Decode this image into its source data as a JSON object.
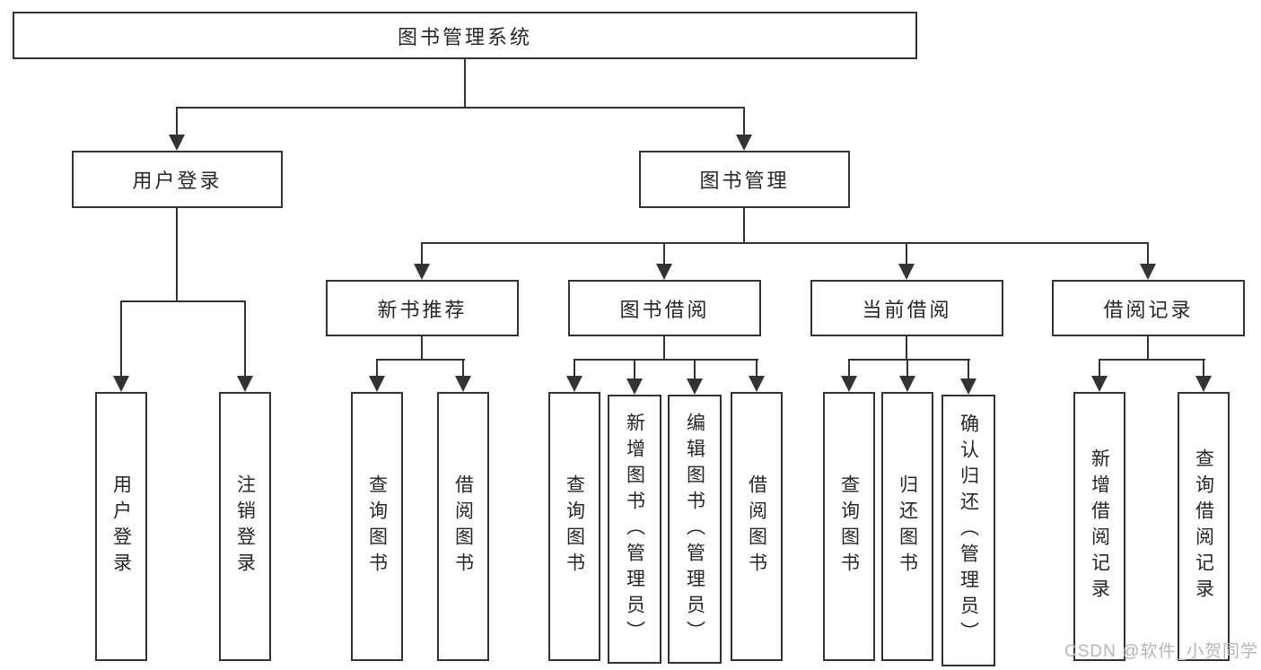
{
  "diagram": {
    "root": {
      "label": "图书管理系统"
    },
    "level2": [
      {
        "label": "用户登录"
      },
      {
        "label": "图书管理"
      }
    ],
    "level3": [
      {
        "label": "新书推荐"
      },
      {
        "label": "图书借阅"
      },
      {
        "label": "当前借阅"
      },
      {
        "label": "借阅记录"
      }
    ],
    "leaves": {
      "user_login": [
        "用户登录",
        "注销登录"
      ],
      "new_book_recommend": [
        "查询图书",
        "借阅图书"
      ],
      "book_borrowing": [
        "查询图书",
        "新增图书（管理员）",
        "编辑图书（管理员）",
        "借阅图书"
      ],
      "current_borrowing": [
        "查询图书",
        "归还图书",
        "确认归还（管理员）"
      ],
      "borrowing_records": [
        "新增借阅记录",
        "查询借阅记录"
      ]
    }
  },
  "watermark": "CSDN @软件_小贺同学",
  "colors": {
    "line": "#333333",
    "text": "#262626",
    "background": "#ffffff",
    "watermark": "#b5b5b5"
  }
}
